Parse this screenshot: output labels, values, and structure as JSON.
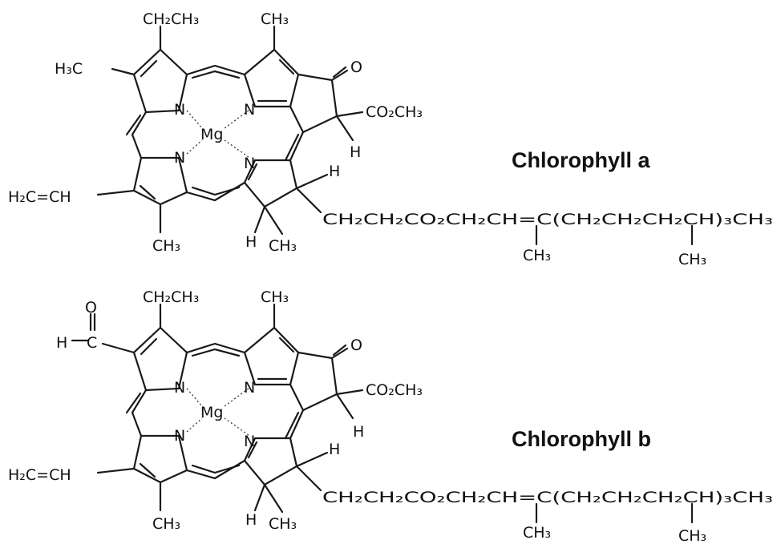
{
  "molecules": [
    {
      "name": "Chlorophyll a",
      "top_substituent": "CH₂CH₃",
      "methyl_top": "CH₃",
      "left_upper_substituent": "H₃C",
      "vinyl": "H₂C=CH",
      "metal": "Mg",
      "nitrogen": "N",
      "ketone": "O",
      "ester": "CO₂CH₃",
      "h_ring": "H",
      "h_chain": "H",
      "h_lower": "H",
      "methyl_bottom_left": "CH₃",
      "methyl_bottom_right": "CH₃",
      "phytyl_chain": "CH₂CH₂CO₂CH₂CH=C(CH₂CH₂CH₂CH)₃CH₃",
      "chain_methyl_1": "CH₃",
      "chain_methyl_2": "CH₃"
    },
    {
      "name": "Chlorophyll b",
      "top_substituent": "CH₂CH₃",
      "methyl_top": "CH₃",
      "aldehyde_o": "O",
      "aldehyde_h": "H",
      "vinyl": "H₂C=CH",
      "metal": "Mg",
      "nitrogen": "N",
      "ketone": "O",
      "ester": "CO₂CH₃",
      "h_ring": "H",
      "h_chain": "H",
      "h_lower": "H",
      "methyl_bottom_left": "CH₃",
      "methyl_bottom_right": "CH₃",
      "phytyl_chain": "CH₂CH₂CO₂CH₂CH=C(CH₂CH₂CH₂CH)₃CH₃",
      "chain_methyl_1": "CH₃",
      "chain_methyl_2": "CH₃"
    }
  ]
}
